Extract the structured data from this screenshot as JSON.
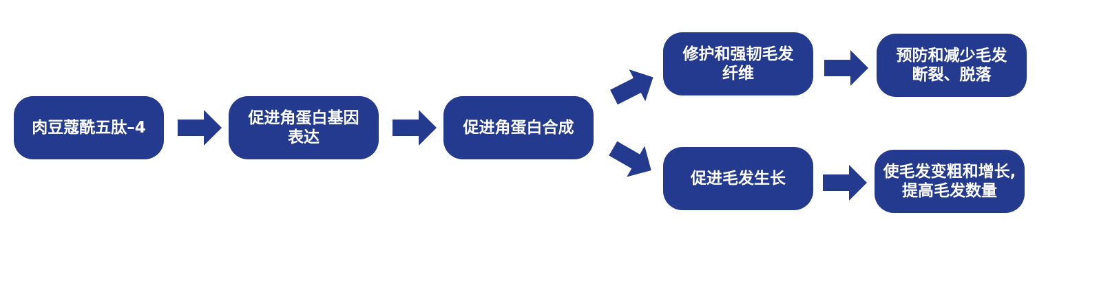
{
  "diagram": {
    "accent_color": "#243a8f",
    "background_color": "#ffffff",
    "nodes": [
      {
        "id": "myristoyl-pentapeptide-4",
        "lines": [
          "肉豆蔻酰五肽–4"
        ]
      },
      {
        "id": "keratin-gene-expression",
        "lines": [
          "促进角蛋白基因",
          "表达"
        ]
      },
      {
        "id": "keratin-synthesis",
        "lines": [
          "促进角蛋白合成"
        ]
      },
      {
        "id": "repair-strengthen-fiber",
        "lines": [
          "修护和强韧毛发",
          "纤维"
        ]
      },
      {
        "id": "prevent-breakage",
        "lines": [
          "预防和减少毛发",
          "断裂、脱落"
        ]
      },
      {
        "id": "promote-hair-growth",
        "lines": [
          "促进毛发生长"
        ]
      },
      {
        "id": "thicker-longer-hair",
        "lines": [
          "使毛发变粗和增长,",
          "提高毛发数量"
        ]
      }
    ],
    "edges": [
      {
        "from": "myristoyl-pentapeptide-4",
        "to": "keratin-gene-expression"
      },
      {
        "from": "keratin-gene-expression",
        "to": "keratin-synthesis"
      },
      {
        "from": "keratin-synthesis",
        "to": "repair-strengthen-fiber"
      },
      {
        "from": "keratin-synthesis",
        "to": "promote-hair-growth"
      },
      {
        "from": "repair-strengthen-fiber",
        "to": "prevent-breakage"
      },
      {
        "from": "promote-hair-growth",
        "to": "thicker-longer-hair"
      }
    ]
  }
}
